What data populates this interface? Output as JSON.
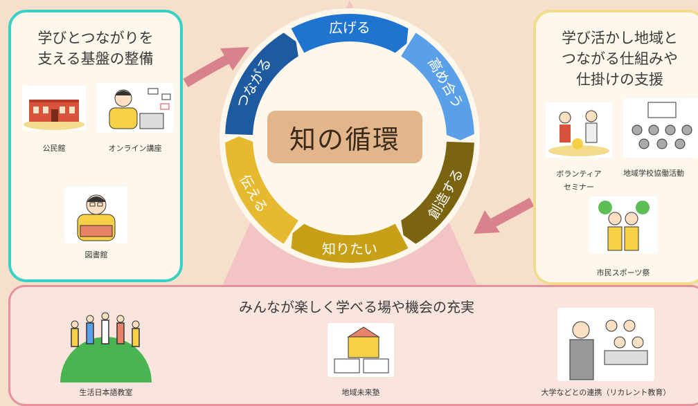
{
  "left_panel": {
    "title_line1": "学びとつながりを",
    "title_line2": "支える基盤の整備",
    "items": [
      "公民館",
      "オンライン講座",
      "図書館"
    ]
  },
  "right_panel": {
    "title_line1": "学び活かし地域と",
    "title_line2": "つながる仕組みや",
    "title_line3": "仕掛けの支援",
    "items": [
      "ボランティア",
      "セミナー",
      "地域学校協働活動",
      "市民スポーツ祭"
    ]
  },
  "center": {
    "label": "知の循環"
  },
  "cycle": [
    "広げる",
    "高め合う",
    "創造する",
    "知りたい",
    "伝える",
    "つながる"
  ],
  "bottom_panel": {
    "title": "みんなが楽しく学べる場や機会の充実",
    "items": [
      "生活日本語教室",
      "地域未来塾",
      "大学などとの連携（リカレント教育）"
    ]
  },
  "colors": {
    "teal": "#39d1c4",
    "yellow_border": "#f0dc8c",
    "pink": "#e7919d",
    "blue_dark": "#1d5aa0",
    "blue_mid": "#1f74cf",
    "blue_light": "#5aa0e8",
    "olive": "#7b6410",
    "gold": "#c8a018",
    "yellow": "#e6b92e"
  }
}
